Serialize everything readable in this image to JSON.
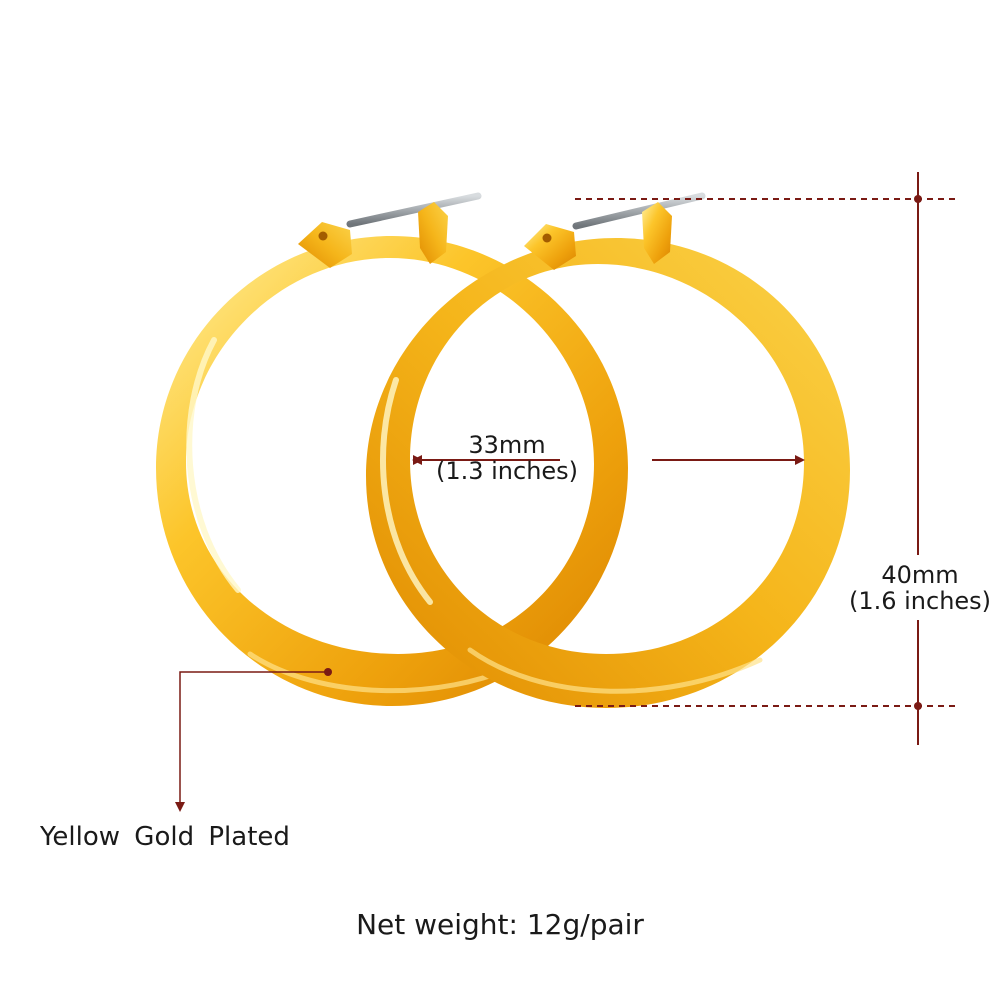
{
  "colors": {
    "background": "#ffffff",
    "gold_light": "#fff3a0",
    "gold_mid": "#fcc52a",
    "gold_deep": "#e58a00",
    "gold_shadow": "#b86a00",
    "pin_steel": "#9aa0a6",
    "annotation": "#7a1a14",
    "text": "#1a1a1a"
  },
  "dimensions": {
    "width": {
      "metric": "33mm",
      "imperial": "(1.3 inches)"
    },
    "height": {
      "metric": "40mm",
      "imperial": "(1.6 inches)"
    }
  },
  "material": "Yellow Gold Plated",
  "net_weight": "Net weight: 12g/pair"
}
